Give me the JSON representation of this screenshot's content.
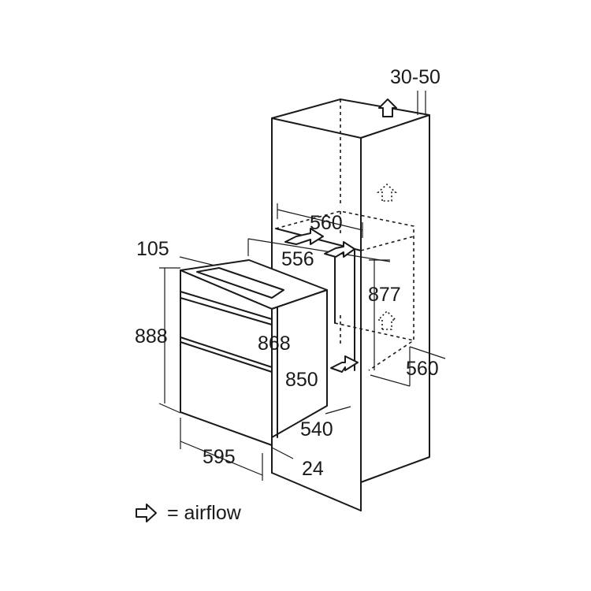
{
  "dimensions": {
    "top_gap": "30-50",
    "niche_width": "560",
    "niche_inner_width": "556",
    "niche_height": "877",
    "niche_depth": "560",
    "oven_offset": "105",
    "oven_height": "888",
    "oven_body_height": "868",
    "oven_side_height": "850",
    "oven_depth": "540",
    "oven_front_depth": "24",
    "oven_width": "595"
  },
  "legend": {
    "icon": "airflow-arrow-icon",
    "text": "= airflow"
  }
}
